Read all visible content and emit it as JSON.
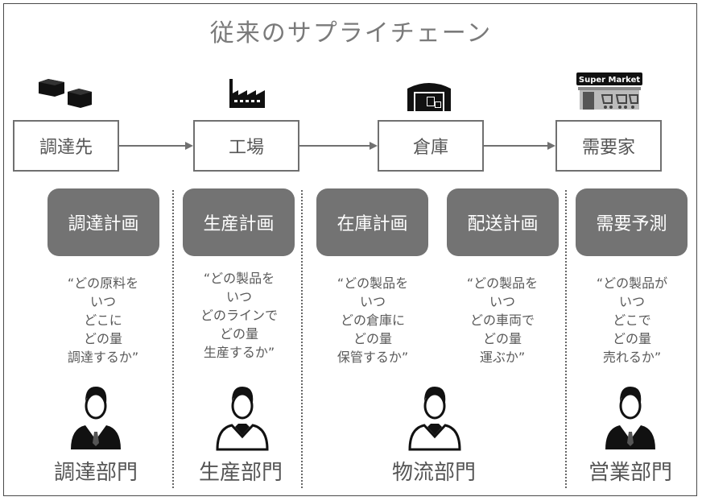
{
  "title": "従来のサプライチェーン",
  "flow_nodes": [
    "調達先",
    "工場",
    "倉庫",
    "需要家"
  ],
  "supermarket_sign": "Super Market",
  "plans": [
    {
      "label": "調達計画",
      "question": "“どの原料を\nいつ\nどこに\nどの量\n調達するか”"
    },
    {
      "label": "生産計画",
      "question": "“どの製品を\nいつ\nどのラインで\nどの量\n生産するか”"
    },
    {
      "label": "在庫計画",
      "question": "“どの製品を\nいつ\nどの倉庫に\nどの量\n保管するか”"
    },
    {
      "label": "配送計画",
      "question": "“どの製品を\nいつ\nどの車両で\nどの量\n運ぶか”"
    },
    {
      "label": "需要予測",
      "question": "“どの製品が\nいつ\nどこで\nどの量\n売れるか”"
    }
  ],
  "departments": [
    "調達部門",
    "生産部門",
    "物流部門",
    "営業部門"
  ],
  "colors": {
    "plan_fill": "#737373",
    "border": "#707070",
    "text": "#595959",
    "icon": "#111111"
  }
}
